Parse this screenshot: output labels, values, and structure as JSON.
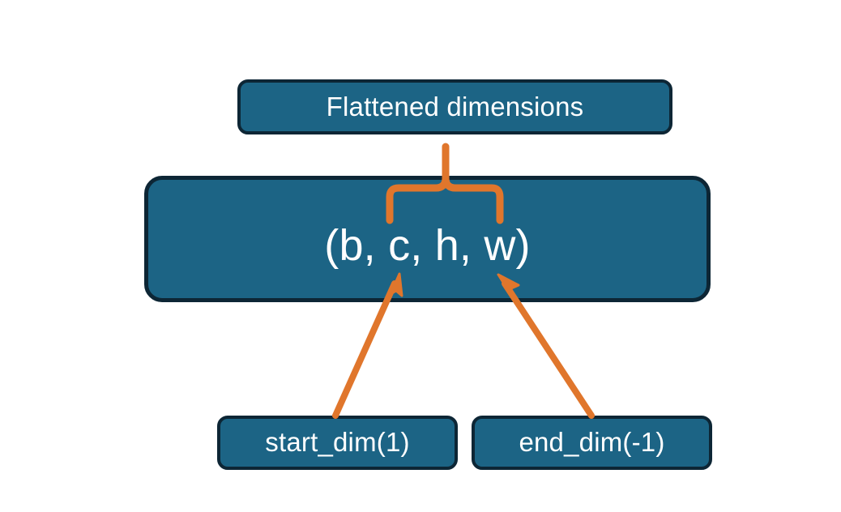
{
  "diagram": {
    "title_box": {
      "label": "Flattened dimensions",
      "name": "flattened-dimensions-box"
    },
    "shape_box": {
      "label": "(b, c, h, w)",
      "name": "tensor-shape-box"
    },
    "start_box": {
      "label": "start_dim(1)",
      "name": "start-dim-box"
    },
    "end_box": {
      "label": "end_dim(-1)",
      "name": "end-dim-box"
    },
    "connectors": {
      "brace": {
        "name": "curly-brace-connector",
        "spans_label": "Flattened dimensions",
        "covers": "c, h, w"
      },
      "arrow_start": {
        "name": "start-dim-arrow",
        "from": "start_dim(1)",
        "to": "c"
      },
      "arrow_end": {
        "name": "end-dim-arrow",
        "from": "end_dim(-1)",
        "to": "w"
      }
    },
    "colors": {
      "box_fill": "#1c6485",
      "box_border": "#0d2635",
      "text": "#ffffff",
      "accent": "#e0762c",
      "background": "#ffffff"
    }
  }
}
